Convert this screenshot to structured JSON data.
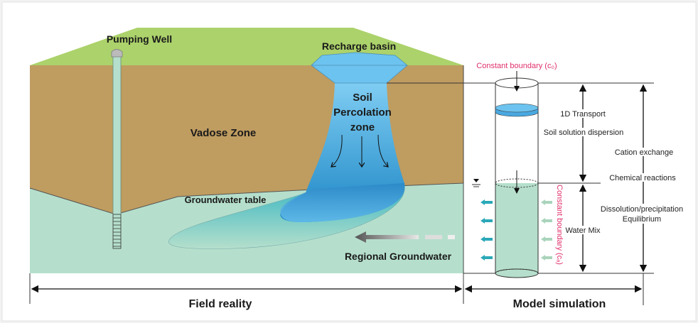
{
  "field": {
    "pumping_well": "Pumping Well",
    "recharge_basin": "Recharge basin",
    "vadose_zone": "Vadose Zone",
    "soil": "Soil",
    "percolation": "Percolation",
    "zone": "zone",
    "groundwater_table": "Groundwater  table",
    "regional_groundwater": "Regional Groundwater"
  },
  "model": {
    "top_boundary": "Constant  boundary (c₀)",
    "side_boundary": "Constant  boundary (cₐ)",
    "transport": "1D Transport",
    "dispersion": "Soil solution dispersion",
    "water_mix": "Water Mix",
    "cation_exchange": "Cation exchange",
    "chemical_reactions": "Chemical reactions",
    "dissolution": "Dissolution/precipitation",
    "equilibrium": "Equilibrium"
  },
  "footer": {
    "field_reality": "Field reality",
    "model_simulation": "Model simulation"
  },
  "colors": {
    "grass": "#acd26b",
    "soil": "#bf9c60",
    "groundwater": "#b5dfcc",
    "water_blue": "#6dc3ef",
    "accent_red": "#e0306a"
  }
}
